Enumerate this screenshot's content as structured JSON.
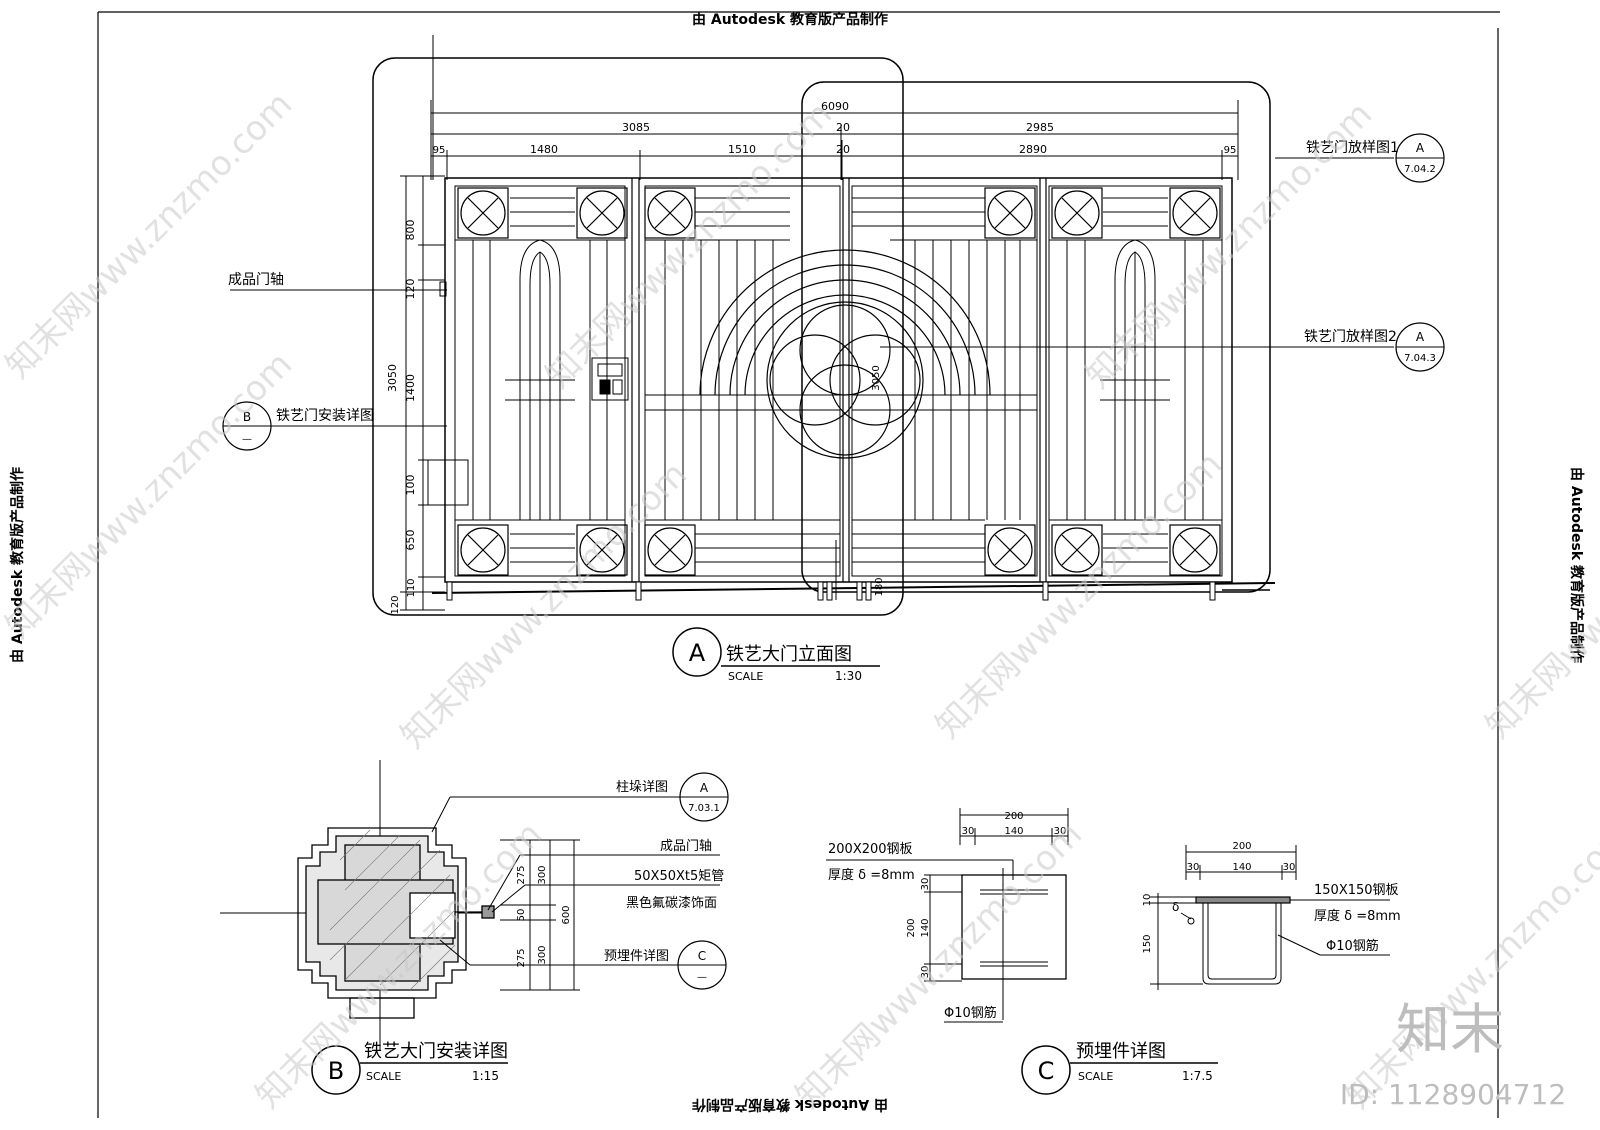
{
  "banner": {
    "top": "由 Autodesk 教育版产品制作",
    "bottom": "由 Autodesk 教育版产品制作",
    "left": "由 Autodesk 教育版产品制作",
    "right": "由 Autodesk 教育版产品制作"
  },
  "elevation": {
    "title": "铁艺大门立面图",
    "marker": "A",
    "scale_label": "SCALE",
    "scale": "1:30",
    "dims_top": {
      "total": "6090",
      "left_total": "3085",
      "gap": "20",
      "right_total": "2985",
      "edge_left": "95",
      "leaf1": "1480",
      "leaf2": "1510",
      "gap2": "20",
      "leaf3": "2890",
      "edge_right": "95"
    },
    "dims_left": {
      "d800": "800",
      "d120": "120",
      "d3050": "3050",
      "d1400": "1400",
      "d100": "100",
      "d650": "650",
      "d110": "110",
      "d120b": "120"
    },
    "dim_center": "180",
    "dim_mid": "3050",
    "callouts": {
      "hinge": "成品门轴",
      "install": "铁艺门安装详图",
      "install_ref_top": "B",
      "install_ref_bottom": "—",
      "sample1": "铁艺门放样图1",
      "sample1_ref_top": "A",
      "sample1_ref_bottom": "7.04.2",
      "sample2": "铁艺门放样图2",
      "sample2_ref_top": "A",
      "sample2_ref_bottom": "7.04.3"
    }
  },
  "detail_b": {
    "title": "铁艺大门安装详图",
    "marker": "B",
    "scale_label": "SCALE",
    "scale": "1:15",
    "callouts": {
      "pillar": "柱垛详图",
      "pillar_ref_top": "A",
      "pillar_ref_bottom": "7.03.1",
      "hinge": "成品门轴",
      "tube": "50X50Xt5矩管",
      "finish": "黑色氟碳漆饰面",
      "embed": "预埋件详图",
      "embed_ref_top": "C",
      "embed_ref_bottom": "—"
    },
    "dims": {
      "a": "275",
      "b": "50",
      "c": "275",
      "d": "300",
      "e": "300",
      "f": "600"
    }
  },
  "detail_c": {
    "title": "预埋件详图",
    "marker": "C",
    "scale_label": "SCALE",
    "scale": "1:7.5",
    "plan": {
      "plate": "200X200钢板",
      "thickness": "厚度 δ =8mm",
      "rebar": "Φ10钢筋",
      "dims_top": {
        "total": "200",
        "a": "30",
        "b": "140",
        "c": "30"
      },
      "dims_left": {
        "total": "200",
        "a": "30",
        "b": "140",
        "c": "30"
      }
    },
    "section": {
      "plate": "150X150钢板",
      "thickness": "厚度 δ =8mm",
      "rebar": "Φ10钢筋",
      "delta": "δ",
      "dims_top": {
        "total": "200",
        "a": "30",
        "b": "140",
        "c": "30"
      },
      "dims_left": {
        "a": "10",
        "b": "150"
      }
    }
  },
  "brand": {
    "logo": "知末",
    "id": "ID: 1128904712",
    "watermark": "知末网www.znzmo.com"
  }
}
